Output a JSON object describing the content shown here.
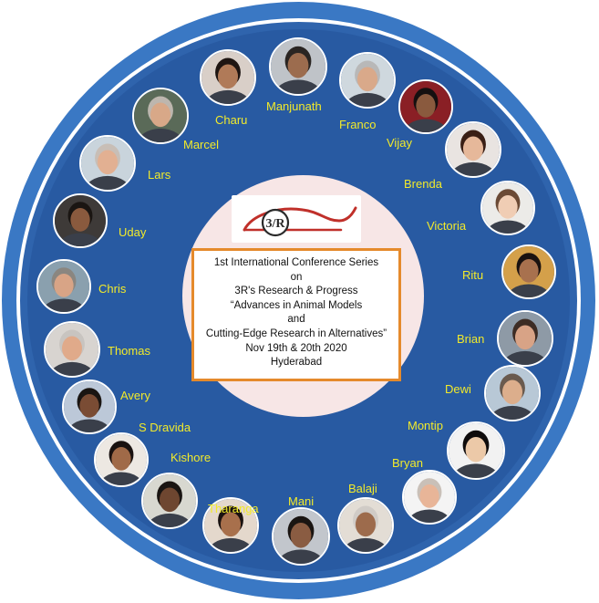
{
  "logo": {
    "text": "3/R"
  },
  "info": {
    "lines": [
      "1st International Conference Series",
      "on",
      "3R's Research & Progress",
      "“Advances in Animal Models",
      "and",
      "Cutting-Edge Research in Alternatives”",
      "Nov 19th & 20th 2020",
      "Hyderabad"
    ]
  },
  "colors": {
    "outer_ring": "#3a78c4",
    "inner_ring": "#285aa2",
    "name_text": "#f2ea2a",
    "center_disc": "#f7e6e6",
    "info_border": "#e58a2c",
    "logo_red": "#c0302a"
  },
  "speakers": [
    {
      "name": "Charu",
      "skin": "#b07a58",
      "hair": "#1e1512",
      "bg": "#d9cfc8"
    },
    {
      "name": "Manjunath",
      "skin": "#9c6c4e",
      "hair": "#2a2522",
      "bg": "#bfc3c8"
    },
    {
      "name": "Franco",
      "skin": "#d9a98a",
      "hair": "#b8b8b8",
      "bg": "#cfd8de"
    },
    {
      "name": "Vijay",
      "skin": "#8a5a3e",
      "hair": "#151010",
      "bg": "#8a1f25"
    },
    {
      "name": "Brenda",
      "skin": "#e6b89a",
      "hair": "#3a1f15",
      "bg": "#e9e4e1"
    },
    {
      "name": "Victoria",
      "skin": "#f0cdb4",
      "hair": "#6b4a35",
      "bg": "#ecebe8"
    },
    {
      "name": "Ritu",
      "skin": "#a8714e",
      "hair": "#1a1210",
      "bg": "#d4a04a"
    },
    {
      "name": "Brian",
      "skin": "#d8a386",
      "hair": "#3d2c24",
      "bg": "#8e9aa6"
    },
    {
      "name": "Dewi",
      "skin": "#dcae8c",
      "hair": "#6a5a4e",
      "bg": "#b8c8d6"
    },
    {
      "name": "Montip",
      "skin": "#ecc9a8",
      "hair": "#0f0c0c",
      "bg": "#f2f2f2"
    },
    {
      "name": "Bryan",
      "skin": "#e8b598",
      "hair": "#c9c0b8",
      "bg": "#f4f4f4"
    },
    {
      "name": "Balaji",
      "skin": "#9d6b4c",
      "hair": "#d0cbc6",
      "bg": "#e3ddd5"
    },
    {
      "name": "Mani",
      "skin": "#8a5c42",
      "hair": "#1a1512",
      "bg": "#c2c6cc"
    },
    {
      "name": "Tharanga",
      "skin": "#a8704c",
      "hair": "#1a1210",
      "bg": "#e4d8cc"
    },
    {
      "name": "Kishore",
      "skin": "#6e4630",
      "hair": "#1a1512",
      "bg": "#d8d8d0"
    },
    {
      "name": "S Dravida",
      "skin": "#a06a48",
      "hair": "#1a1210",
      "bg": "#ede8e2"
    },
    {
      "name": "Avery",
      "skin": "#7a4c34",
      "hair": "#1a1512",
      "bg": "#bcc8d8"
    },
    {
      "name": "Thomas",
      "skin": "#e0aa8a",
      "hair": "#c8c4c0",
      "bg": "#d8d4d0"
    },
    {
      "name": "Chris",
      "skin": "#d8a486",
      "hair": "#8a8680",
      "bg": "#8aa0ae"
    },
    {
      "name": "Uday",
      "skin": "#8a5a3e",
      "hair": "#1a1512",
      "bg": "#3e3a38"
    },
    {
      "name": "Lars",
      "skin": "#e2b092",
      "hair": "#c8beb6",
      "bg": "#c9d4dc"
    },
    {
      "name": "Marcel",
      "skin": "#d8a888",
      "hair": "#bdb6ae",
      "bg": "#5a6a58"
    }
  ]
}
